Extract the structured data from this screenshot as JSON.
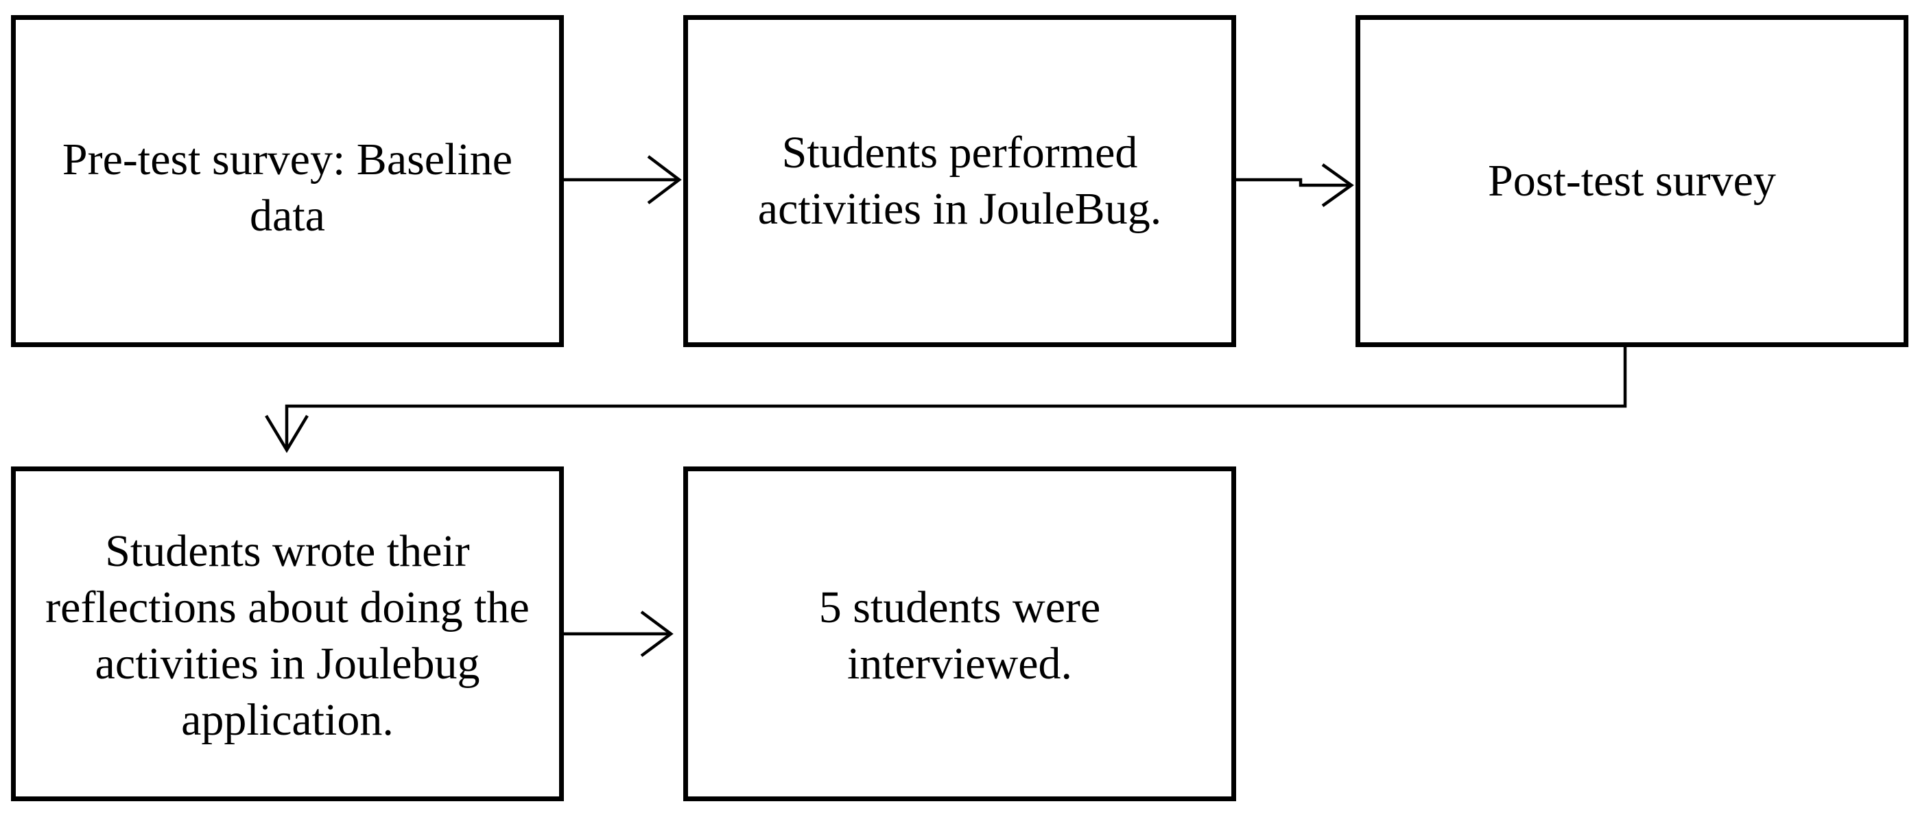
{
  "colors": {
    "stroke": "#000000",
    "background": "#ffffff"
  },
  "steps": [
    {
      "id": "pre-test",
      "text": "Pre-test survey: Baseline data"
    },
    {
      "id": "activities",
      "text": "Students performed activities in JouleBug."
    },
    {
      "id": "post-test",
      "text": "Post-test survey"
    },
    {
      "id": "reflections",
      "text": "Students wrote their reflections about doing the activities in Joulebug application."
    },
    {
      "id": "interviews",
      "text": "5 students were interviewed."
    }
  ]
}
